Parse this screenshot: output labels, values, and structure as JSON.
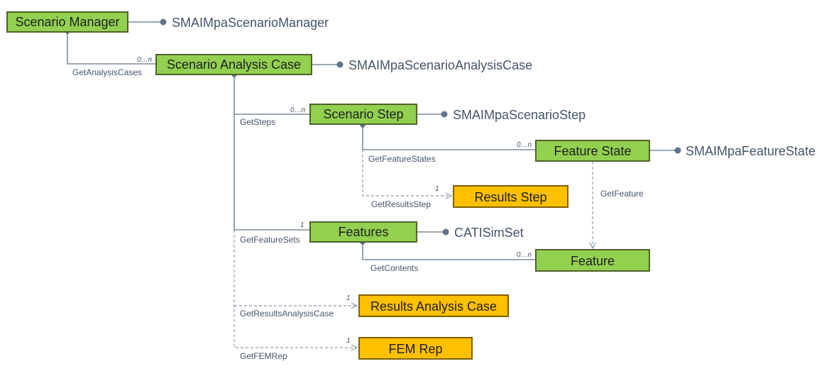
{
  "nodes": {
    "scenario_manager": "Scenario Manager",
    "scenario_analysis_case": "Scenario Analysis Case",
    "scenario_step": "Scenario Step",
    "feature_state": "Feature State",
    "results_step": "Results Step",
    "features": "Features",
    "feature": "Feature",
    "results_analysis_case": "Results Analysis Case",
    "fem_rep": "FEM Rep"
  },
  "interfaces": {
    "scenario_manager": "SMAIMpaScenarioManager",
    "scenario_analysis_case": "SMAIMpaScenarioAnalysisCase",
    "scenario_step": "SMAIMpaScenarioStep",
    "feature_state": "SMAIMpaFeatureState",
    "features": "CATISimSet"
  },
  "relations": {
    "get_analysis_cases": "GetAnalysisCases",
    "get_steps": "GetSteps",
    "get_feature_states": "GetFeatureStates",
    "get_results_step": "GetResultsStep",
    "get_feature": "GetFeature",
    "get_feature_sets": "GetFeatureSets",
    "get_contents": "GetContents",
    "get_results_analysis_case": "GetResultsAnalysisCase",
    "get_fem_rep": "GetFEMRep"
  },
  "multiplicities": {
    "analysis_cases": "0…n",
    "steps": "0…n",
    "feature_states": "0…n",
    "results_step": "1",
    "feature_sets": "1",
    "contents": "0…n",
    "results_analysis_case": "1",
    "fem_rep": "1"
  },
  "colors": {
    "primary_node": "#92d050",
    "result_node": "#ffc000",
    "connector": "#5f7488"
  }
}
